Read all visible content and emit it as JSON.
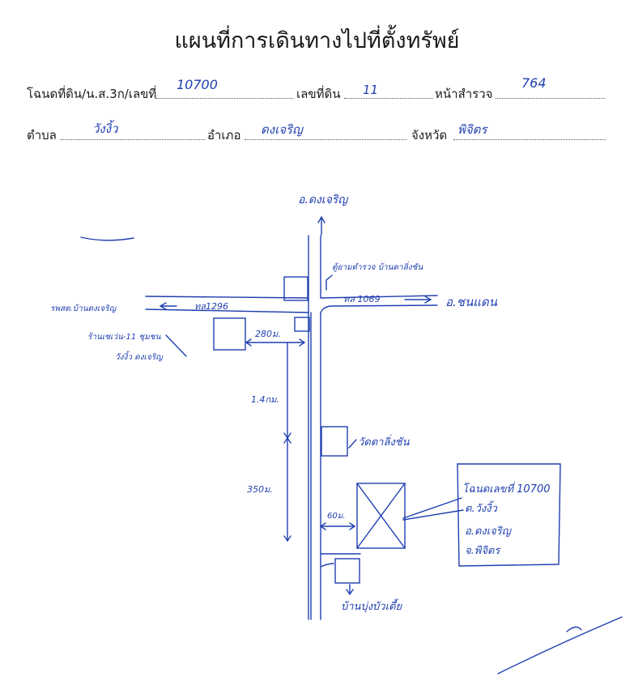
{
  "title": "แผนที่การเดินทางไปที่ตั้งทรัพย์",
  "form": {
    "deed_label": "โฉนดที่ดิน/น.ส.3ก/เลขที่",
    "deed_value": "10700",
    "land_no_label": "เลขที่ดิน",
    "land_no_value": "11",
    "survey_page_label": "หน้าสำรวจ",
    "survey_page_value": "764",
    "subdistrict_label": "ตำบล",
    "subdistrict_value": "วังงิ้ว",
    "district_label": "อำเภอ",
    "district_value": "ดงเจริญ",
    "province_label": "จังหวัด",
    "province_value": "พิจิตร"
  },
  "map": {
    "north_dest": "อ.ดงเจริญ",
    "police_box": "ตู้ยามตำรวจ บ้านตาลิ่งชัน",
    "east_road": "ทล 1069",
    "east_dest": "อ.ชนแดน",
    "west_dest": "รพสต.บ้านดงเจริญ",
    "west_road": "ทล1296",
    "seven_eleven_line1": "ร้านเซเว่น-11 ชุมชน",
    "seven_eleven_line2": "วังงิ้ว ดงเจริญ",
    "dist_280": "280ม.",
    "dist_1_4": "1.4กม.",
    "temple": "วัดตาลิ่งชัน",
    "dist_350": "350ม.",
    "dist_60": "60ม.",
    "deed_box_line1": "โฉนดเลขที่ 10700",
    "deed_box_line2": "ต.วังงิ้ว",
    "deed_box_line3": "อ.ดงเจริญ",
    "deed_box_line4": "จ.พิจิตร",
    "south_place": "บ้านบุ่งบัวเตี้ย"
  }
}
